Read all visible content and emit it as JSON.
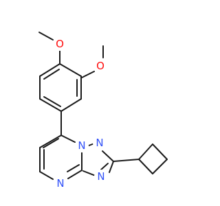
{
  "structure": {
    "colors": {
      "bond": "#1a1a1a",
      "oxygen": "#ff0d0d",
      "nitrogen": "#3050f8",
      "background": "#ffffff"
    },
    "atom_labels": [
      {
        "id": "O-top",
        "text": "O",
        "element": "oxygen"
      },
      {
        "id": "O-right",
        "text": "O",
        "element": "oxygen"
      },
      {
        "id": "N-bridge",
        "text": "N",
        "element": "nitrogen"
      },
      {
        "id": "N-triazole-top",
        "text": "N",
        "element": "nitrogen"
      },
      {
        "id": "N-triazole-bottom",
        "text": "N",
        "element": "nitrogen"
      },
      {
        "id": "N-pyrimidine-bottom",
        "text": "N",
        "element": "nitrogen"
      }
    ]
  }
}
